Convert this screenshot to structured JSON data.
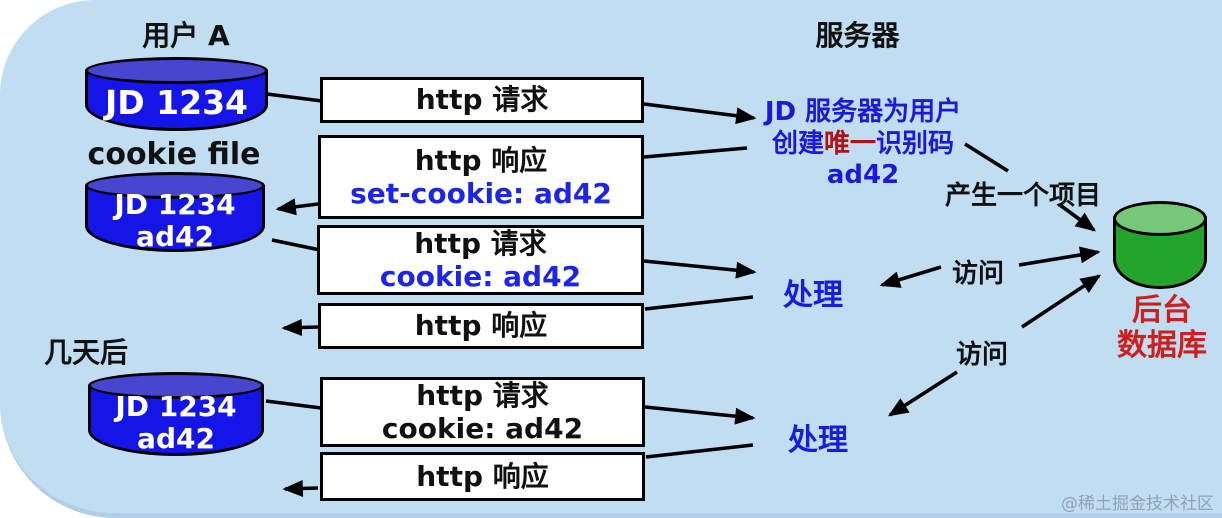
{
  "client": {
    "title": "用户 A",
    "cookie_file_label": "cookie file",
    "days_later_label": "几天后",
    "db1": {
      "line1": "JD 1234"
    },
    "db2": {
      "line1": "JD 1234",
      "line2": "ad42"
    },
    "db3": {
      "line1": "JD 1234",
      "line2": "ad42"
    }
  },
  "server": {
    "title": "服务器",
    "note": {
      "line1": "JD 服务器为用户",
      "line2_pre": "创建",
      "line2_highlight": "唯一",
      "line2_post": "识别码",
      "line3": "ad42"
    },
    "produce_label": "产生一个项目",
    "visit1_label": "访问",
    "visit2_label": "访问",
    "process1_label": "处理",
    "process2_label": "处理"
  },
  "backend_db": {
    "label_line1": "后台",
    "label_line2": "数据库"
  },
  "messages": [
    {
      "line1": "http 请求"
    },
    {
      "line1": "http 响应",
      "line2": "set-cookie: ad42"
    },
    {
      "line1": "http 请求",
      "line2": "cookie: ad42"
    },
    {
      "line1": "http 响应"
    },
    {
      "line1": "http 请求",
      "line2": "cookie: ad42"
    },
    {
      "line1": "http 响应"
    }
  ],
  "watermark": "@稀土掘金技术社区",
  "colors": {
    "panel_bg": "#c1ddf2",
    "accent_blue": "#1a1ad8",
    "accent_red": "#b31111",
    "db_label_red": "#cc1f1f",
    "client_db_body": "#1515e8",
    "client_db_top": "#4646d0",
    "backend_db_body": "#23a52c",
    "backend_db_top": "#74c878",
    "bottom_band": "#b2cee5"
  }
}
